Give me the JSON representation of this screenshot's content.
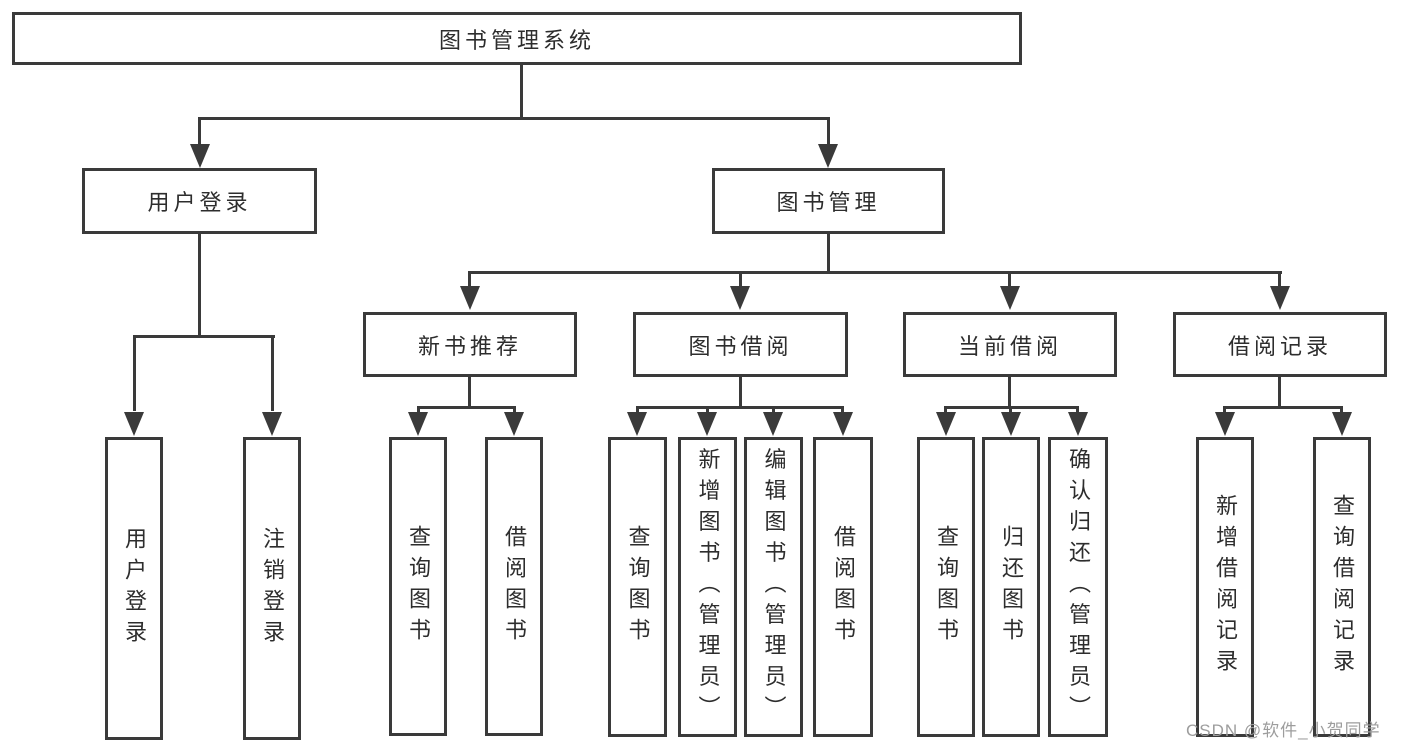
{
  "tree": {
    "label": "图书管理系统",
    "children": [
      {
        "label": "用户登录",
        "children": [
          {
            "label": "用户登录"
          },
          {
            "label": "注销登录"
          }
        ]
      },
      {
        "label": "图书管理",
        "children": [
          {
            "label": "新书推荐",
            "children": [
              {
                "label": "查询图书"
              },
              {
                "label": "借阅图书"
              }
            ]
          },
          {
            "label": "图书借阅",
            "children": [
              {
                "label": "查询图书"
              },
              {
                "label": "新增图书（管理员）"
              },
              {
                "label": "编辑图书（管理员）"
              },
              {
                "label": "借阅图书"
              }
            ]
          },
          {
            "label": "当前借阅",
            "children": [
              {
                "label": "查询图书"
              },
              {
                "label": "归还图书"
              },
              {
                "label": "确认归还（管理员）"
              }
            ]
          },
          {
            "label": "借阅记录",
            "children": [
              {
                "label": "新增借阅记录"
              },
              {
                "label": "查询借阅记录"
              }
            ]
          }
        ]
      }
    ]
  },
  "watermark": "CSDN @软件_小贺同学",
  "colors": {
    "line": "#3a3a3a",
    "text": "#2d2d2d",
    "watermark": "#9d9d9d",
    "background": "#ffffff"
  }
}
